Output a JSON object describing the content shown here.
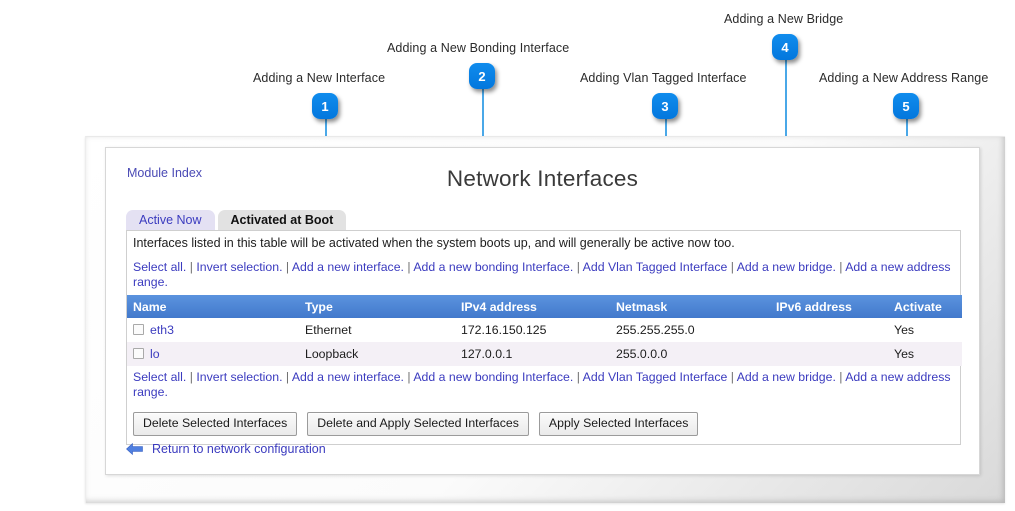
{
  "callouts": [
    {
      "num": "1",
      "label": "Adding a New Interface"
    },
    {
      "num": "2",
      "label": "Adding a New Bonding Interface"
    },
    {
      "num": "3",
      "label": "Adding Vlan Tagged Interface"
    },
    {
      "num": "4",
      "label": "Adding a New Bridge"
    },
    {
      "num": "5",
      "label": "Adding a New Address Range"
    }
  ],
  "page": {
    "module_index_label": "Module Index",
    "title": "Network Interfaces"
  },
  "tabs": [
    {
      "label": "Active Now",
      "state": "inactive"
    },
    {
      "label": "Activated at Boot",
      "state": "active"
    }
  ],
  "description": "Interfaces listed in this table will be activated when the system boots up, and will generally be active now too.",
  "action_links": [
    "Select all.",
    "Invert selection.",
    "Add a new interface.",
    "Add a new bonding Interface.",
    "Add Vlan Tagged Interface",
    "Add a new bridge.",
    "Add a new address range."
  ],
  "table": {
    "columns": [
      "Name",
      "Type",
      "IPv4 address",
      "Netmask",
      "IPv6 address",
      "Activate"
    ],
    "rows": [
      {
        "name": "eth3",
        "type": "Ethernet",
        "ipv4": "172.16.150.125",
        "netmask": "255.255.255.0",
        "ipv6": "",
        "activate": "Yes"
      },
      {
        "name": "lo",
        "type": "Loopback",
        "ipv4": "127.0.0.1",
        "netmask": "255.0.0.0",
        "ipv6": "",
        "activate": "Yes"
      }
    ]
  },
  "buttons": [
    "Delete Selected Interfaces",
    "Delete and Apply Selected Interfaces",
    "Apply Selected Interfaces"
  ],
  "footer": {
    "back_icon": "left-arrow-icon",
    "return_label": "Return to network configuration"
  },
  "colors": {
    "badge_blue": "#0a84e8",
    "callout_line": "#4aa8e8",
    "table_header": "#4a84d4",
    "link_blue": "#3b3bbf",
    "row_alt": "#f4f0f6"
  }
}
